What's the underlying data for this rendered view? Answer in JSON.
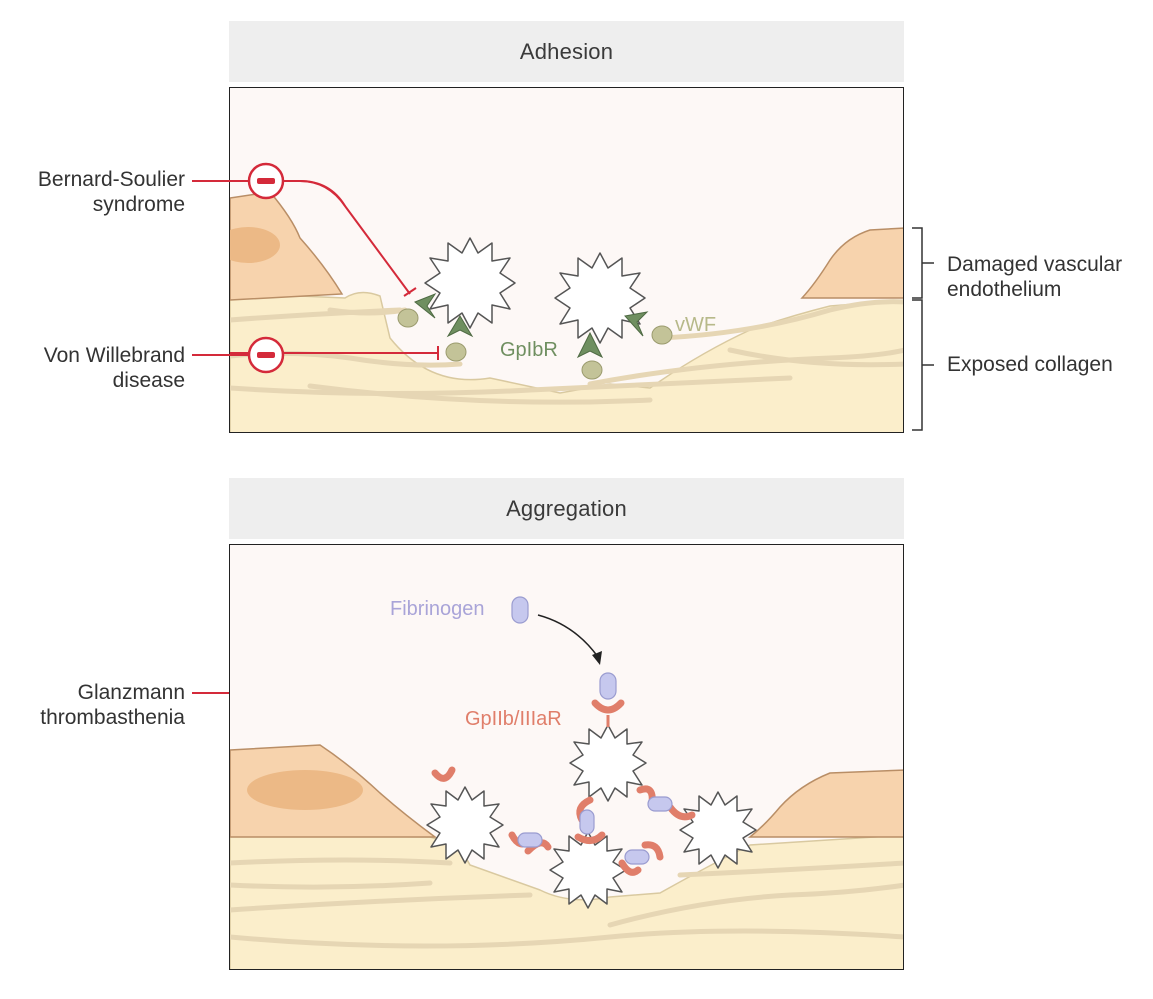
{
  "adhesion": {
    "title": "Adhesion",
    "inhibitors": [
      {
        "line1": "Bernard-Soulier",
        "line2": "syndrome"
      },
      {
        "line1": "Von Willebrand",
        "line2": "disease"
      }
    ],
    "labels": {
      "receptor": "GpIbR",
      "ligand": "vWF"
    },
    "brackets": [
      {
        "line1": "Damaged vascular",
        "line2": "endothelium"
      },
      {
        "line1": "Exposed collagen"
      }
    ]
  },
  "aggregation": {
    "title": "Aggregation",
    "inhibitor": {
      "line1": "Glanzmann",
      "line2": "thrombasthenia"
    },
    "labels": {
      "ligand": "Fibrinogen",
      "receptor": "GpIIb/IIIaR"
    }
  },
  "colors": {
    "inhibitor": "#d42a3a",
    "gpib": "#6f8f60",
    "vwf": "#b7b98a",
    "gpiib": "#e07e6a",
    "fibrinogen": "#a9a4d8",
    "endothelium": "#f7d3ad",
    "collagen": "#fbeecb",
    "panel_bg": "#fdf8f6"
  }
}
